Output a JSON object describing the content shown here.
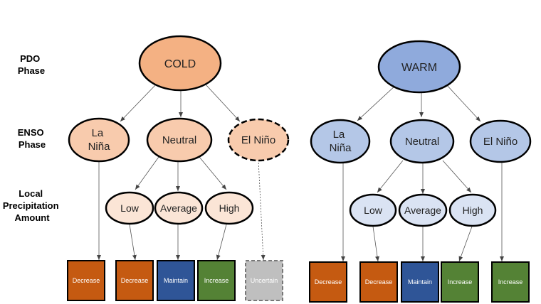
{
  "row_labels": {
    "pdo": [
      "PDO",
      "Phase"
    ],
    "enso": [
      "ENSO",
      "Phase"
    ],
    "precip": [
      "Local",
      "Precipitation",
      "Amount"
    ]
  },
  "cold": {
    "phase": "COLD",
    "enso": {
      "la_nina": [
        "La",
        "Niña"
      ],
      "neutral": "Neutral",
      "el_nino": "El Niño"
    },
    "precip": {
      "low": "Low",
      "average": "Average",
      "high": "High"
    },
    "outcomes": [
      "Decrease",
      "Decrease",
      "Maintain",
      "Increase",
      "Uncertain"
    ]
  },
  "warm": {
    "phase": "WARM",
    "enso": {
      "la_nina": [
        "La",
        "Niña"
      ],
      "neutral": "Neutral",
      "el_nino": "El Niño"
    },
    "precip": {
      "low": "Low",
      "average": "Average",
      "high": "High"
    },
    "outcomes": [
      "Decrease",
      "Decrease",
      "Maintain",
      "Increase",
      "Increase"
    ]
  },
  "colors": {
    "cold_level1": "#f4b183",
    "cold_level2": "#f8cbad",
    "cold_level3": "#fbe5d6",
    "warm_level1": "#8faadc",
    "warm_level2": "#b4c7e7",
    "warm_level3": "#dae3f3",
    "decrease": "#c55a11",
    "maintain": "#2f5597",
    "increase": "#548235",
    "uncertain": "#bfbfbf"
  }
}
